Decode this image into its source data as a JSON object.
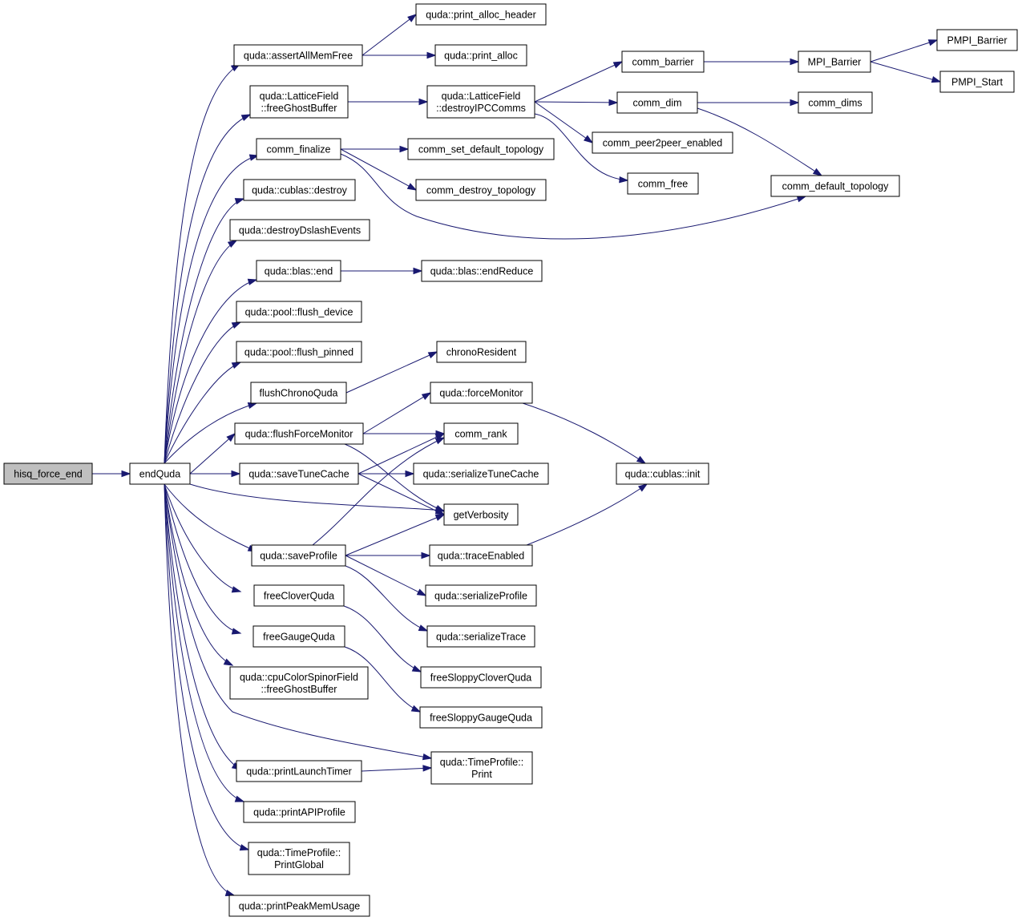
{
  "graph": {
    "root": "hisq_force_end",
    "nodes": [
      {
        "id": "hisq_force_end",
        "lines": [
          "hisq_force_end"
        ]
      },
      {
        "id": "endQuda",
        "lines": [
          "endQuda"
        ]
      },
      {
        "id": "assertAllMemFree",
        "lines": [
          "quda::assertAllMemFree"
        ]
      },
      {
        "id": "print_alloc_header",
        "lines": [
          "quda::print_alloc_header"
        ]
      },
      {
        "id": "print_alloc",
        "lines": [
          "quda::print_alloc"
        ]
      },
      {
        "id": "lf_freeGhostBuffer",
        "lines": [
          "quda::LatticeField",
          "::freeGhostBuffer"
        ]
      },
      {
        "id": "destroyIPCComms",
        "lines": [
          "quda::LatticeField",
          "::destroyIPCComms"
        ]
      },
      {
        "id": "comm_barrier",
        "lines": [
          "comm_barrier"
        ]
      },
      {
        "id": "MPI_Barrier",
        "lines": [
          "MPI_Barrier"
        ]
      },
      {
        "id": "PMPI_Barrier",
        "lines": [
          "PMPI_Barrier"
        ]
      },
      {
        "id": "PMPI_Start",
        "lines": [
          "PMPI_Start"
        ]
      },
      {
        "id": "comm_dim",
        "lines": [
          "comm_dim"
        ]
      },
      {
        "id": "comm_dims",
        "lines": [
          "comm_dims"
        ]
      },
      {
        "id": "comm_peer2peer_enabled",
        "lines": [
          "comm_peer2peer_enabled"
        ]
      },
      {
        "id": "comm_free",
        "lines": [
          "comm_free"
        ]
      },
      {
        "id": "comm_default_topology",
        "lines": [
          "comm_default_topology"
        ]
      },
      {
        "id": "comm_finalize",
        "lines": [
          "comm_finalize"
        ]
      },
      {
        "id": "comm_set_default_topology",
        "lines": [
          "comm_set_default_topology"
        ]
      },
      {
        "id": "comm_destroy_topology",
        "lines": [
          "comm_destroy_topology"
        ]
      },
      {
        "id": "cublas_destroy",
        "lines": [
          "quda::cublas::destroy"
        ]
      },
      {
        "id": "destroyDslashEvents",
        "lines": [
          "quda::destroyDslashEvents"
        ]
      },
      {
        "id": "blas_end",
        "lines": [
          "quda::blas::end"
        ]
      },
      {
        "id": "blas_endReduce",
        "lines": [
          "quda::blas::endReduce"
        ]
      },
      {
        "id": "pool_flush_device",
        "lines": [
          "quda::pool::flush_device"
        ]
      },
      {
        "id": "pool_flush_pinned",
        "lines": [
          "quda::pool::flush_pinned"
        ]
      },
      {
        "id": "flushChronoQuda",
        "lines": [
          "flushChronoQuda"
        ]
      },
      {
        "id": "chronoResident",
        "lines": [
          "chronoResident"
        ]
      },
      {
        "id": "forceMonitor",
        "lines": [
          "quda::forceMonitor"
        ]
      },
      {
        "id": "flushForceMonitor",
        "lines": [
          "quda::flushForceMonitor"
        ]
      },
      {
        "id": "comm_rank",
        "lines": [
          "comm_rank"
        ]
      },
      {
        "id": "saveTuneCache",
        "lines": [
          "quda::saveTuneCache"
        ]
      },
      {
        "id": "serializeTuneCache",
        "lines": [
          "quda::serializeTuneCache"
        ]
      },
      {
        "id": "cublas_init",
        "lines": [
          "quda::cublas::init"
        ]
      },
      {
        "id": "getVerbosity",
        "lines": [
          "getVerbosity"
        ]
      },
      {
        "id": "saveProfile",
        "lines": [
          "quda::saveProfile"
        ]
      },
      {
        "id": "traceEnabled",
        "lines": [
          "quda::traceEnabled"
        ]
      },
      {
        "id": "serializeProfile",
        "lines": [
          "quda::serializeProfile"
        ]
      },
      {
        "id": "serializeTrace",
        "lines": [
          "quda::serializeTrace"
        ]
      },
      {
        "id": "freeCloverQuda",
        "lines": [
          "freeCloverQuda"
        ]
      },
      {
        "id": "freeSloppyCloverQuda",
        "lines": [
          "freeSloppyCloverQuda"
        ]
      },
      {
        "id": "freeGaugeQuda",
        "lines": [
          "freeGaugeQuda"
        ]
      },
      {
        "id": "freeSloppyGaugeQuda",
        "lines": [
          "freeSloppyGaugeQuda"
        ]
      },
      {
        "id": "cpu_freeGhostBuffer",
        "lines": [
          "quda::cpuColorSpinorField",
          "::freeGhostBuffer"
        ]
      },
      {
        "id": "tp_Print",
        "lines": [
          "quda::TimeProfile::",
          "Print"
        ]
      },
      {
        "id": "printLaunchTimer",
        "lines": [
          "quda::printLaunchTimer"
        ]
      },
      {
        "id": "printAPIProfile",
        "lines": [
          "quda::printAPIProfile"
        ]
      },
      {
        "id": "tp_PrintGlobal",
        "lines": [
          "quda::TimeProfile::",
          "PrintGlobal"
        ]
      },
      {
        "id": "printPeakMemUsage",
        "lines": [
          "quda::printPeakMemUsage"
        ]
      }
    ],
    "edges": [
      [
        "hisq_force_end",
        "endQuda"
      ],
      [
        "endQuda",
        "assertAllMemFree"
      ],
      [
        "endQuda",
        "lf_freeGhostBuffer"
      ],
      [
        "endQuda",
        "comm_finalize"
      ],
      [
        "endQuda",
        "cublas_destroy"
      ],
      [
        "endQuda",
        "destroyDslashEvents"
      ],
      [
        "endQuda",
        "blas_end"
      ],
      [
        "endQuda",
        "pool_flush_device"
      ],
      [
        "endQuda",
        "pool_flush_pinned"
      ],
      [
        "endQuda",
        "flushChronoQuda"
      ],
      [
        "endQuda",
        "flushForceMonitor"
      ],
      [
        "endQuda",
        "saveTuneCache"
      ],
      [
        "endQuda",
        "getVerbosity"
      ],
      [
        "endQuda",
        "saveProfile"
      ],
      [
        "endQuda",
        "freeCloverQuda"
      ],
      [
        "endQuda",
        "freeGaugeQuda"
      ],
      [
        "endQuda",
        "cpu_freeGhostBuffer"
      ],
      [
        "endQuda",
        "tp_Print"
      ],
      [
        "endQuda",
        "printLaunchTimer"
      ],
      [
        "endQuda",
        "printAPIProfile"
      ],
      [
        "endQuda",
        "tp_PrintGlobal"
      ],
      [
        "endQuda",
        "printPeakMemUsage"
      ],
      [
        "assertAllMemFree",
        "print_alloc_header"
      ],
      [
        "assertAllMemFree",
        "print_alloc"
      ],
      [
        "lf_freeGhostBuffer",
        "destroyIPCComms"
      ],
      [
        "destroyIPCComms",
        "comm_barrier"
      ],
      [
        "destroyIPCComms",
        "comm_dim"
      ],
      [
        "destroyIPCComms",
        "comm_peer2peer_enabled"
      ],
      [
        "destroyIPCComms",
        "comm_free"
      ],
      [
        "comm_barrier",
        "MPI_Barrier"
      ],
      [
        "MPI_Barrier",
        "PMPI_Barrier"
      ],
      [
        "MPI_Barrier",
        "PMPI_Start"
      ],
      [
        "comm_dim",
        "comm_dims"
      ],
      [
        "comm_dim",
        "comm_default_topology"
      ],
      [
        "comm_finalize",
        "comm_set_default_topology"
      ],
      [
        "comm_finalize",
        "comm_destroy_topology"
      ],
      [
        "comm_finalize",
        "comm_default_topology"
      ],
      [
        "blas_end",
        "blas_endReduce"
      ],
      [
        "flushChronoQuda",
        "chronoResident"
      ],
      [
        "flushForceMonitor",
        "forceMonitor"
      ],
      [
        "flushForceMonitor",
        "comm_rank"
      ],
      [
        "flushForceMonitor",
        "getVerbosity"
      ],
      [
        "forceMonitor",
        "cublas_init"
      ],
      [
        "saveTuneCache",
        "comm_rank"
      ],
      [
        "saveTuneCache",
        "serializeTuneCache"
      ],
      [
        "saveTuneCache",
        "getVerbosity"
      ],
      [
        "saveProfile",
        "comm_rank"
      ],
      [
        "saveProfile",
        "getVerbosity"
      ],
      [
        "saveProfile",
        "traceEnabled"
      ],
      [
        "saveProfile",
        "serializeProfile"
      ],
      [
        "saveProfile",
        "serializeTrace"
      ],
      [
        "traceEnabled",
        "cublas_init"
      ],
      [
        "freeCloverQuda",
        "freeSloppyCloverQuda"
      ],
      [
        "freeGaugeQuda",
        "freeSloppyGaugeQuda"
      ],
      [
        "printLaunchTimer",
        "tp_Print"
      ]
    ]
  }
}
